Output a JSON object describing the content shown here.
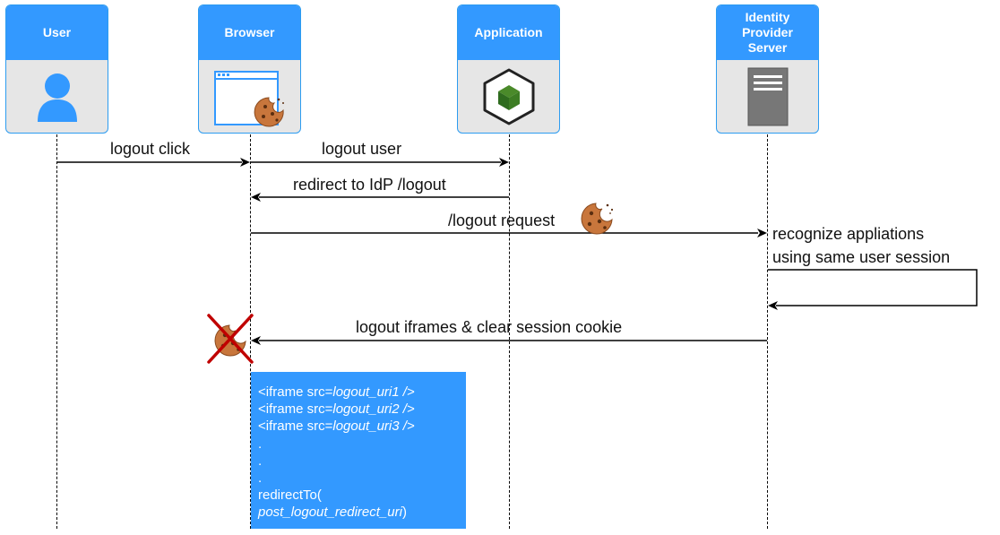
{
  "actors": [
    {
      "id": "user",
      "label": "User",
      "icon": "user-icon"
    },
    {
      "id": "browser",
      "label": "Browser",
      "icon": "browser-window-icon"
    },
    {
      "id": "application",
      "label": "Application",
      "icon": "application-cube-icon"
    },
    {
      "id": "idp",
      "label": "Identity\nProvider\nServer",
      "icon": "server-icon"
    }
  ],
  "messages": {
    "logout_click": "logout click",
    "logout_user": "logout user",
    "redirect": "redirect to IdP /logout",
    "logout_request": "/logout request",
    "recognize_line1": "recognize appliations",
    "recognize_line2": "using same user session",
    "logout_iframes": "logout iframes & clear session cookie"
  },
  "note": {
    "line1_prefix": "<iframe src=",
    "line1_value": "logout_uri1 />",
    "line2_prefix": "<iframe src=",
    "line2_value": "logout_uri2 />",
    "line3_prefix": "<iframe src=",
    "line3_value": "logout_uri3 />",
    "dot1": ".",
    "dot2": ".",
    "dot3": ".",
    "redirect_call": "redirectTo(",
    "redirect_arg": "post_logout_redirect_uri",
    "redirect_close": ")"
  },
  "colors": {
    "accent": "#3399ff",
    "actor_fill": "#e6e6e6",
    "cookie": "#c8763c",
    "cross": "#c00000",
    "cube": "#2e6b1e"
  }
}
